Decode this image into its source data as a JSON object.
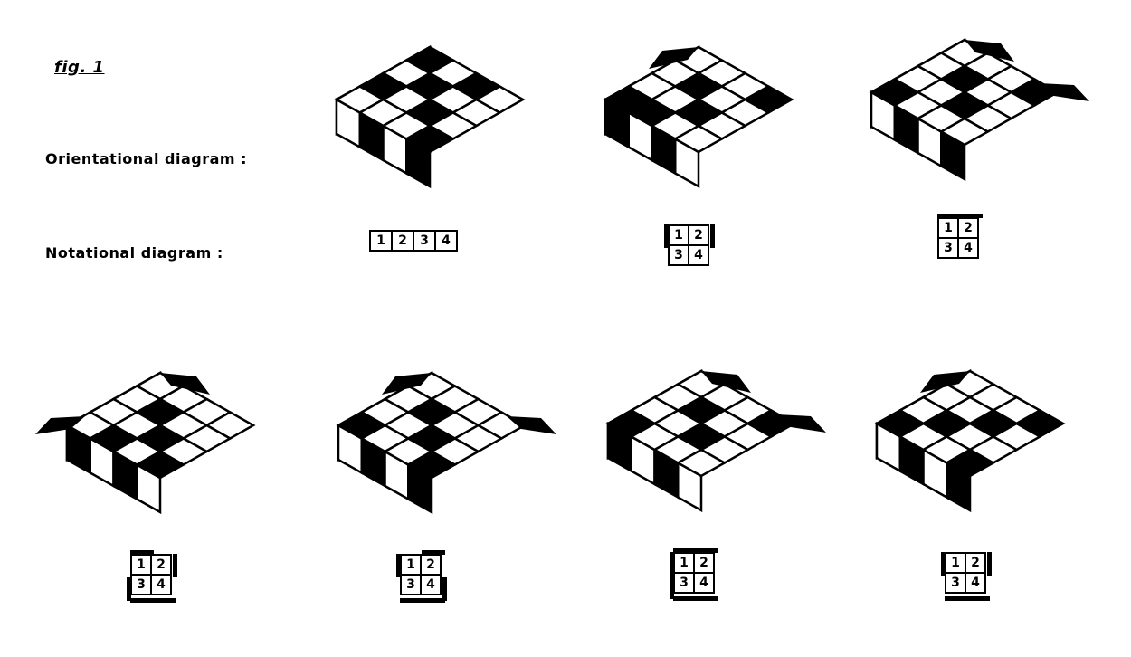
{
  "figure_label": "fig. 1",
  "orientational_label": "Orientational diagram :",
  "notational_label": "Notational diagram :",
  "diagrams": [
    {
      "id": "d1",
      "labels": [
        "1",
        "2",
        "3",
        "4"
      ],
      "notation": {
        "layout": "row",
        "cells": [
          "1",
          "2",
          "3",
          "4"
        ]
      }
    },
    {
      "id": "d2",
      "labels": [
        "1",
        "2",
        "3",
        "4"
      ],
      "notation": {
        "layout": "grid",
        "cells": [
          "1",
          "2",
          "3",
          "4"
        ]
      }
    },
    {
      "id": "d3",
      "labels": [
        "1",
        "2",
        "3",
        "4"
      ],
      "notation": {
        "layout": "grid",
        "cells": [
          "1",
          "2",
          "3",
          "4"
        ]
      }
    },
    {
      "id": "d4",
      "labels": [
        "1",
        "2",
        "3",
        "4"
      ],
      "notation": {
        "layout": "grid",
        "cells": [
          "1",
          "2",
          "3",
          "4"
        ]
      }
    },
    {
      "id": "d5",
      "labels": [
        "1",
        "2",
        "3",
        "4"
      ],
      "notation": {
        "layout": "grid",
        "cells": [
          "1",
          "2",
          "3",
          "4"
        ]
      }
    },
    {
      "id": "d6",
      "labels": [
        "1",
        "2",
        "3",
        "4"
      ],
      "notation": {
        "layout": "grid",
        "cells": [
          "1",
          "2",
          "3",
          "4"
        ]
      }
    },
    {
      "id": "d7",
      "labels": [
        "1",
        "2",
        "3",
        "4"
      ],
      "notation": {
        "layout": "grid",
        "cells": [
          "1",
          "2",
          "3",
          "4"
        ]
      }
    }
  ]
}
